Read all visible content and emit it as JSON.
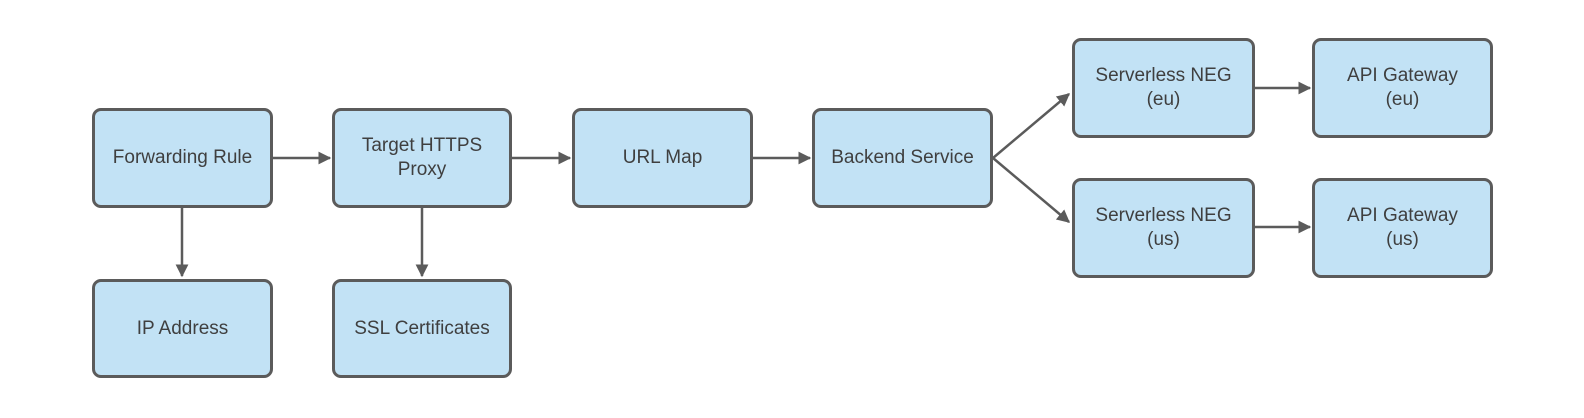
{
  "colors": {
    "node_fill": "#c2e2f5",
    "node_border": "#5b5b5b",
    "arrow": "#5b5b5b",
    "text": "#3f3f3f",
    "background": "#ffffff"
  },
  "nodes": {
    "forwarding_rule": {
      "lines": [
        "Forwarding Rule"
      ]
    },
    "target_https_proxy": {
      "lines": [
        "Target HTTPS",
        "Proxy"
      ]
    },
    "url_map": {
      "lines": [
        "URL Map"
      ]
    },
    "backend_service": {
      "lines": [
        "Backend Service"
      ]
    },
    "serverless_neg_eu": {
      "lines": [
        "Serverless NEG",
        "(eu)"
      ]
    },
    "api_gateway_eu": {
      "lines": [
        "API Gateway",
        "(eu)"
      ]
    },
    "serverless_neg_us": {
      "lines": [
        "Serverless NEG",
        "(us)"
      ]
    },
    "api_gateway_us": {
      "lines": [
        "API Gateway",
        "(us)"
      ]
    },
    "ip_address": {
      "lines": [
        "IP Address"
      ]
    },
    "ssl_certificates": {
      "lines": [
        "SSL Certificates"
      ]
    }
  },
  "edges": [
    {
      "from": "forwarding_rule",
      "to": "target_https_proxy"
    },
    {
      "from": "target_https_proxy",
      "to": "url_map"
    },
    {
      "from": "url_map",
      "to": "backend_service"
    },
    {
      "from": "backend_service",
      "to": "serverless_neg_eu"
    },
    {
      "from": "backend_service",
      "to": "serverless_neg_us"
    },
    {
      "from": "serverless_neg_eu",
      "to": "api_gateway_eu"
    },
    {
      "from": "serverless_neg_us",
      "to": "api_gateway_us"
    },
    {
      "from": "forwarding_rule",
      "to": "ip_address"
    },
    {
      "from": "target_https_proxy",
      "to": "ssl_certificates"
    }
  ]
}
